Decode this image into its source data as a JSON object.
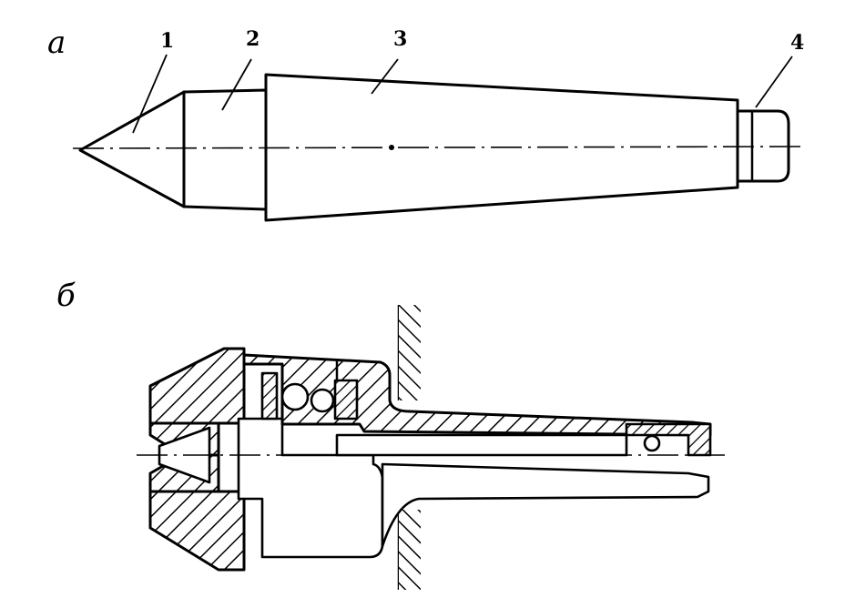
{
  "view_a": {
    "letter": "a",
    "labels": [
      {
        "id": "1",
        "text": "1"
      },
      {
        "id": "2",
        "text": "2"
      },
      {
        "id": "3",
        "text": "3"
      },
      {
        "id": "4",
        "text": "4"
      }
    ]
  },
  "view_b": {
    "letter": "б"
  }
}
